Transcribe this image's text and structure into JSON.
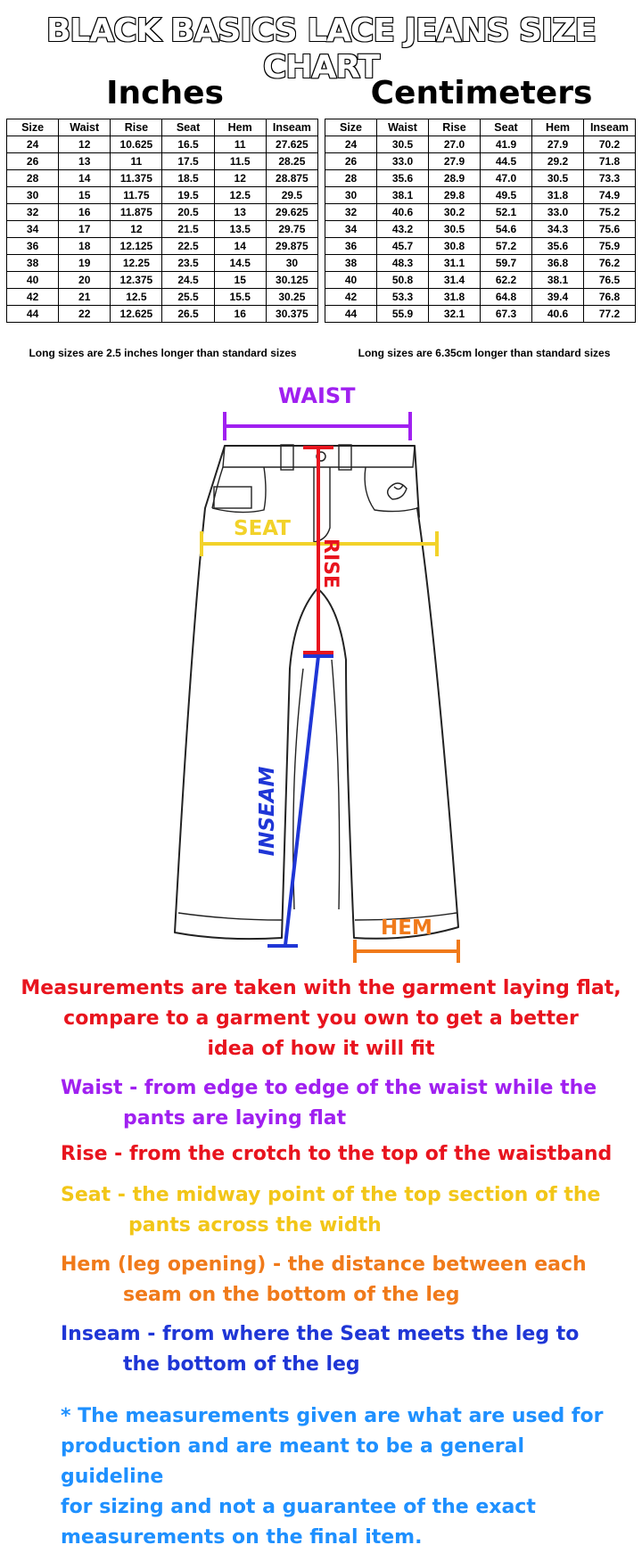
{
  "title": "BLACK BASICS LACE JEANS SIZE CHART",
  "inches": {
    "heading": "Inches",
    "columns": [
      "Size",
      "Waist",
      "Rise",
      "Seat",
      "Hem",
      "Inseam"
    ],
    "rows": [
      [
        "24",
        "12",
        "10.625",
        "16.5",
        "11",
        "27.625"
      ],
      [
        "26",
        "13",
        "11",
        "17.5",
        "11.5",
        "28.25"
      ],
      [
        "28",
        "14",
        "11.375",
        "18.5",
        "12",
        "28.875"
      ],
      [
        "30",
        "15",
        "11.75",
        "19.5",
        "12.5",
        "29.5"
      ],
      [
        "32",
        "16",
        "11.875",
        "20.5",
        "13",
        "29.625"
      ],
      [
        "34",
        "17",
        "12",
        "21.5",
        "13.5",
        "29.75"
      ],
      [
        "36",
        "18",
        "12.125",
        "22.5",
        "14",
        "29.875"
      ],
      [
        "38",
        "19",
        "12.25",
        "23.5",
        "14.5",
        "30"
      ],
      [
        "40",
        "20",
        "12.375",
        "24.5",
        "15",
        "30.125"
      ],
      [
        "42",
        "21",
        "12.5",
        "25.5",
        "15.5",
        "30.25"
      ],
      [
        "44",
        "22",
        "12.625",
        "26.5",
        "16",
        "30.375"
      ]
    ],
    "note": "Long sizes are 2.5 inches longer than standard sizes"
  },
  "centimeters": {
    "heading": "Centimeters",
    "columns": [
      "Size",
      "Waist",
      "Rise",
      "Seat",
      "Hem",
      "Inseam"
    ],
    "rows": [
      [
        "24",
        "30.5",
        "27.0",
        "41.9",
        "27.9",
        "70.2"
      ],
      [
        "26",
        "33.0",
        "27.9",
        "44.5",
        "29.2",
        "71.8"
      ],
      [
        "28",
        "35.6",
        "28.9",
        "47.0",
        "30.5",
        "73.3"
      ],
      [
        "30",
        "38.1",
        "29.8",
        "49.5",
        "31.8",
        "74.9"
      ],
      [
        "32",
        "40.6",
        "30.2",
        "52.1",
        "33.0",
        "75.2"
      ],
      [
        "34",
        "43.2",
        "30.5",
        "54.6",
        "34.3",
        "75.6"
      ],
      [
        "36",
        "45.7",
        "30.8",
        "57.2",
        "35.6",
        "75.9"
      ],
      [
        "38",
        "48.3",
        "31.1",
        "59.7",
        "36.8",
        "76.2"
      ],
      [
        "40",
        "50.8",
        "31.4",
        "62.2",
        "38.1",
        "76.5"
      ],
      [
        "42",
        "53.3",
        "31.8",
        "64.8",
        "39.4",
        "76.8"
      ],
      [
        "44",
        "55.9",
        "32.1",
        "67.3",
        "40.6",
        "77.2"
      ]
    ],
    "note": "Long sizes are 6.35cm longer than standard sizes"
  },
  "diagram": {
    "labels": {
      "waist": "WAIST",
      "seat": "SEAT",
      "rise": "RISE",
      "inseam": "INSEAM",
      "hem": "HEM"
    },
    "colors": {
      "waist": "#a020f0",
      "seat": "#f2d22a",
      "rise": "#e8141e",
      "inseam": "#1f36d6",
      "hem": "#f07a1a",
      "crotch_mark": "#1f36d6"
    }
  },
  "instructions": {
    "intro": [
      "Measurements are taken with the garment laying flat,",
      "compare to a garment you own to get a better",
      "idea of how it will fit"
    ],
    "intro_color": "#e8141e",
    "items": [
      {
        "key": "waist",
        "lines": [
          "Waist - from edge to edge of the waist while the",
          "pants are laying flat"
        ],
        "color": "#a020f0"
      },
      {
        "key": "rise",
        "lines": [
          "Rise - from the crotch to the top of the waistband"
        ],
        "color": "#e8141e"
      },
      {
        "key": "seat",
        "lines": [
          "Seat - the midway point of the top section of the",
          "pants across the width"
        ],
        "color": "#f2c618"
      },
      {
        "key": "hem",
        "lines": [
          "Hem (leg opening) - the distance between each",
          "seam on the bottom of the leg"
        ],
        "color": "#f07a1a"
      },
      {
        "key": "inseam",
        "lines": [
          "Inseam - from where the Seat meets the leg to",
          "the bottom of the leg"
        ],
        "color": "#1f36d6"
      }
    ],
    "disclaimer": [
      "* The measurements given are what are used for",
      "production and are meant to be a general guideline",
      "for sizing and not a guarantee of the exact",
      "measurements on the final item."
    ],
    "disclaimer_color": "#1e90ff"
  }
}
